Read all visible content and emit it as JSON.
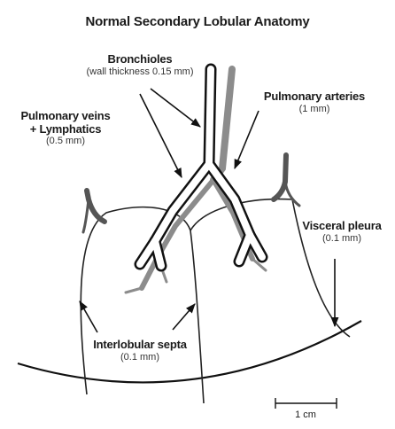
{
  "diagram": {
    "title": "Normal Secondary Lobular Anatomy",
    "labels": {
      "bronchioles": {
        "name": "Bronchioles",
        "detail": "(wall thickness 0.15 mm)"
      },
      "pulmonary_arteries": {
        "name": "Pulmonary arteries",
        "detail": "(1 mm)"
      },
      "pulmonary_veins": {
        "name_line1": "Pulmonary veins",
        "name_line2": "+ Lymphatics",
        "detail": "(0.5 mm)"
      },
      "visceral_pleura": {
        "name": "Visceral pleura",
        "detail": "(0.1 mm)"
      },
      "interlobular_septa": {
        "name": "Interlobular septa",
        "detail": "(0.1 mm)"
      }
    },
    "scale_bar": {
      "label": "1 cm"
    }
  }
}
